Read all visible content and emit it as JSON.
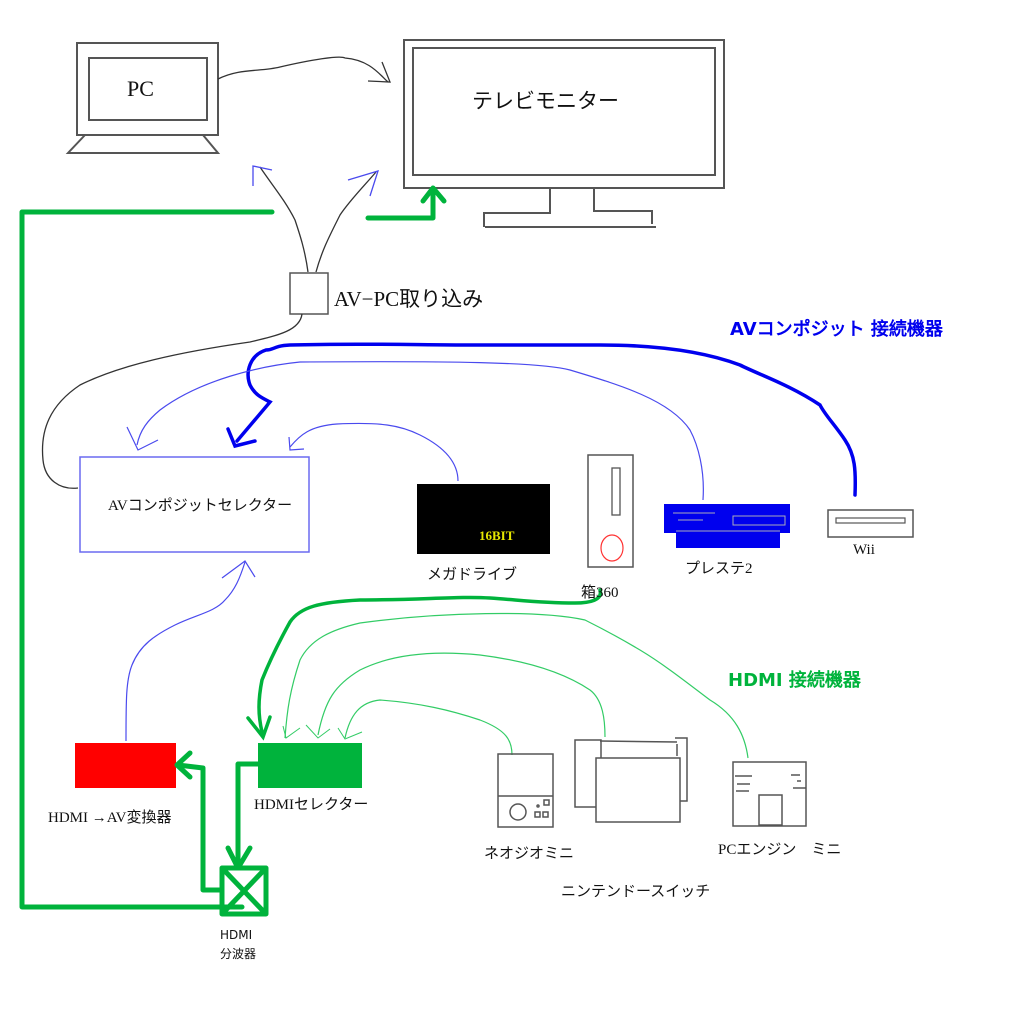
{
  "colors": {
    "av_blue": "#0000ee",
    "av_thin_blue": "#4a4aee",
    "hdmi_green": "#00b33c",
    "hdmi_thin_green": "#33cc66",
    "cable_black": "#333333",
    "converter_red": "#ff0000",
    "ps2_blue": "#0000ee",
    "megadrive_black": "#000000",
    "megadrive_text": "#e6e600"
  },
  "devices": {
    "pc": {
      "label": "PC"
    },
    "tv": {
      "label": "テレビモニター"
    },
    "capture": {
      "label": "AV−PC取り込み"
    },
    "av_selector": {
      "label": "AVコンポジットセレクター"
    },
    "megadrive": {
      "label": "メガドライブ",
      "badge": "16BIT"
    },
    "xbox360": {
      "label": "箱360"
    },
    "ps2": {
      "label": "プレステ2"
    },
    "wii": {
      "label": "Wii"
    },
    "hdmi_av_converter": {
      "label": "HDMI →AV変換器"
    },
    "hdmi_selector": {
      "label": "HDMIセレクター"
    },
    "hdmi_splitter": {
      "label_line1": "HDMI",
      "label_line2": "分波器"
    },
    "neogeo_mini": {
      "label": "ネオジオミニ"
    },
    "switch": {
      "label": "ニンテンドースイッチ"
    },
    "pce_mini": {
      "label": "PCエンジン　ミニ"
    }
  },
  "sections": {
    "av": {
      "title": "AVコンポジット 接続機器"
    },
    "hdmi": {
      "title": "HDMI 接続機器"
    }
  }
}
